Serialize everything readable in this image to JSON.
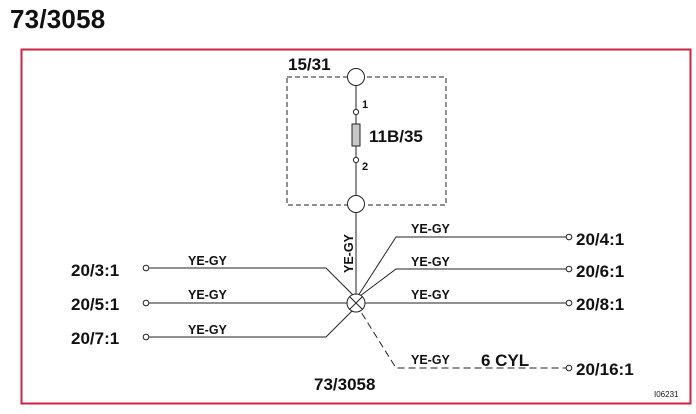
{
  "title": "73/3058",
  "colors": {
    "frame": "#c8243f",
    "line": "#222222",
    "component_fill": "#c8c8c8"
  },
  "diagram": {
    "top_connector": "15/31",
    "component": {
      "label": "11B/35",
      "pin1": "1",
      "pin2": "2"
    },
    "vertical_wire": "YE-GY",
    "splice_label": "73/3058",
    "left_wires": [
      {
        "terminal": "20/3:1",
        "color": "YE-GY"
      },
      {
        "terminal": "20/5:1",
        "color": "YE-GY"
      },
      {
        "terminal": "20/7:1",
        "color": "YE-GY"
      }
    ],
    "right_wires": [
      {
        "terminal": "20/4:1",
        "color": "YE-GY"
      },
      {
        "terminal": "20/6:1",
        "color": "YE-GY"
      },
      {
        "terminal": "20/8:1",
        "color": "YE-GY"
      }
    ],
    "dashed_wire": {
      "terminal": "20/16:1",
      "color": "YE-GY",
      "note": "6 CYL"
    },
    "image_code": "I06231"
  }
}
